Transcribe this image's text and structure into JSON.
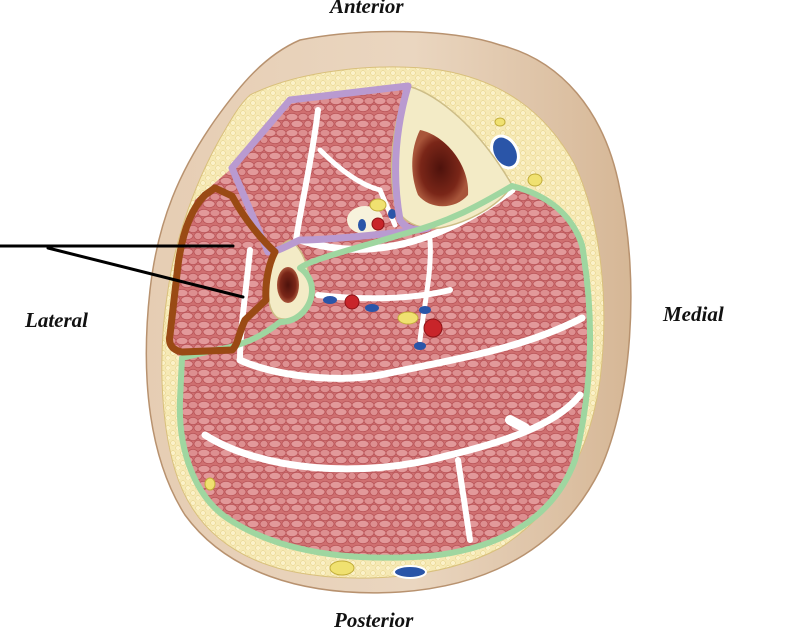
{
  "labels": {
    "anterior": "Anterior",
    "posterior": "Posterior",
    "lateral": "Lateral",
    "medial": "Medial"
  },
  "colors": {
    "skin": "#e9d3bc",
    "skin_edge": "#b58f6e",
    "fat": "#f4e5a8",
    "muscle": "#c9686a",
    "muscle_light": "#e79f9c",
    "fascia": "#ffffff",
    "bone": "#f3ebc6",
    "marrow": "#6e1d14",
    "anterior_compartment_outline": "#b99ad0",
    "lateral_compartment_outline": "#9a4a14",
    "posterior_compartment_outline": "#9fd6a0",
    "artery": "#c8252a",
    "vein": "#2a55a8",
    "nerve": "#f0e170",
    "pointer": "#000000"
  },
  "icons": [
    "muscle-texture",
    "tibia-bone",
    "fibula-bone",
    "blood-vessel",
    "nerve"
  ]
}
